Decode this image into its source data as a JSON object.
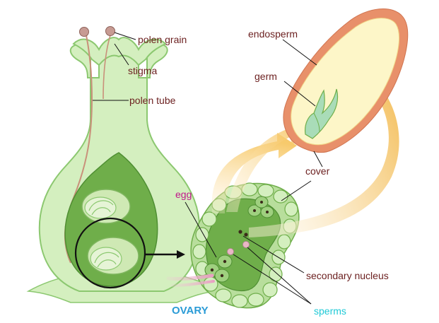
{
  "labels": {
    "pollen_grain": "polen grain",
    "stigma": "stigma",
    "pollen_tube": "polen tube",
    "endosperm": "endosperm",
    "germ": "germ",
    "cover": "cover",
    "egg": "egg",
    "secondary_nucleus": "secondary nucleus",
    "sperms": "sperms",
    "ovary": "OVARY"
  },
  "colors": {
    "label_text": "#6b1f1f",
    "egg_label": "#c0178b",
    "sperms_label": "#1fc9d6",
    "ovary_label": "#2a9bd6",
    "plant_fill": "#d4efbf",
    "plant_stroke": "#8cc870",
    "ovule_dark": "#6fae4a",
    "endosperm_fill": "#fdf6c8",
    "seed_cover": "#e8906a",
    "arrow_fill": "#f7cf7a"
  }
}
